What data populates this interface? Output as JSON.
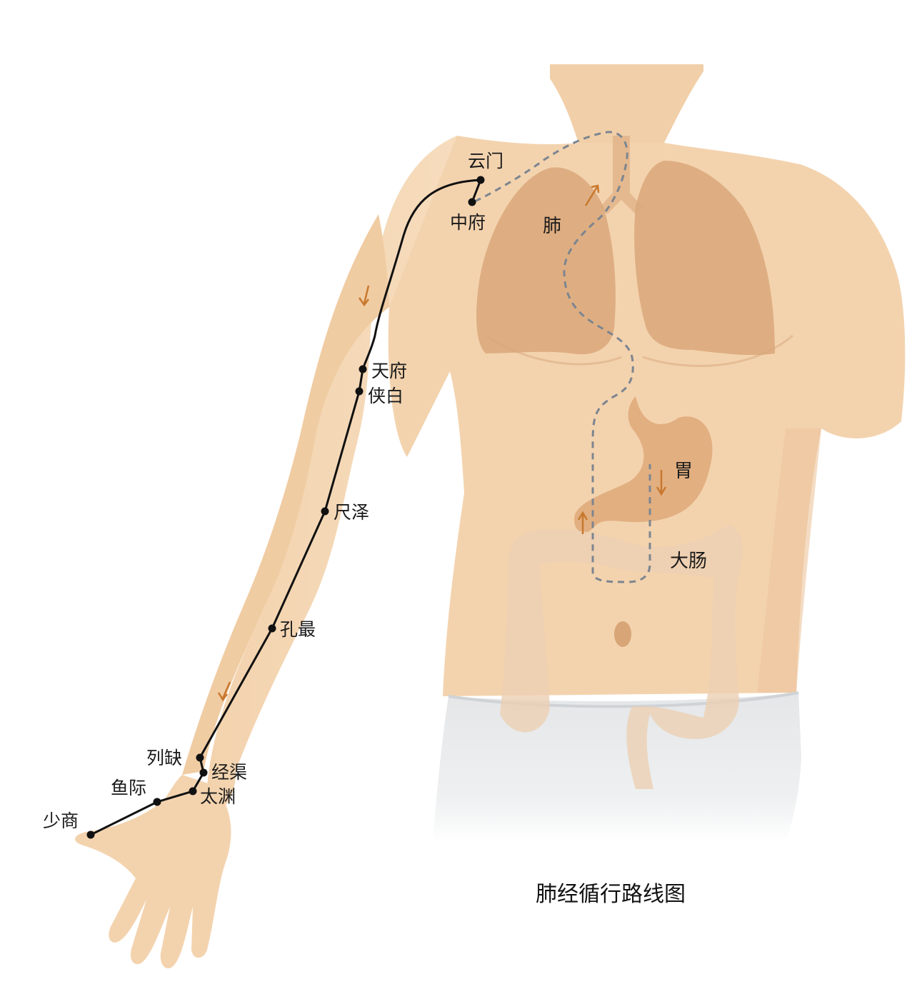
{
  "caption": "肺经循行路线图",
  "organs": {
    "lung": "肺",
    "stomach": "胃",
    "large_intestine": "大肠"
  },
  "acupoints": [
    {
      "id": "yunmen",
      "name": "云门"
    },
    {
      "id": "zhongfu",
      "name": "中府"
    },
    {
      "id": "tianfu",
      "name": "天府"
    },
    {
      "id": "xiabai",
      "name": "侠白"
    },
    {
      "id": "chize",
      "name": "尺泽"
    },
    {
      "id": "kongzui",
      "name": "孔最"
    },
    {
      "id": "lieque",
      "name": "列缺"
    },
    {
      "id": "jingqu",
      "name": "经渠"
    },
    {
      "id": "taiyuan",
      "name": "太渊"
    },
    {
      "id": "yuji",
      "name": "鱼际"
    },
    {
      "id": "shaoshang",
      "name": "少商"
    }
  ],
  "colors": {
    "skin": "#f3d3ae",
    "skin_shade": "#e7bb8f",
    "organ": "#d9a77a",
    "meridian": "#111111",
    "internal_path": "#7d858f",
    "arrow": "#c8782e",
    "cloth": "#dfe2e4"
  }
}
